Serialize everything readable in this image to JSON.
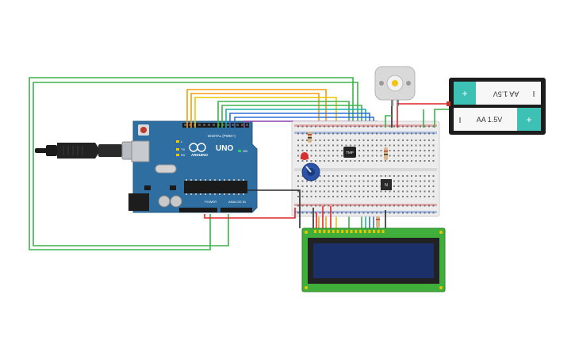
{
  "arduino": {
    "brand": "ARDUINO",
    "model": "UNO",
    "digital_header": "DIGITAL (PWM~)",
    "power_header": "POWER",
    "analog_header": "ANALOG IN",
    "tx_label": "TX",
    "rx_label": "RX",
    "l_label": "L",
    "on_label": "ON"
  },
  "sensor": {
    "label": "TMP"
  },
  "transistor": {
    "label": "N"
  },
  "battery_pack": {
    "cells": [
      {
        "label": "AA 1.5V",
        "plus": "+",
        "minus": "I"
      },
      {
        "label": "AA 1.5V",
        "plus": "+",
        "minus": "I"
      }
    ]
  },
  "colors": {
    "wire_green": "#3cb34a",
    "wire_red": "#e0262b",
    "wire_black": "#2a2a2a",
    "wire_orange": "#f39c12",
    "wire_yellow": "#e8c600",
    "wire_blue": "#2f6fd6",
    "wire_purple": "#8e44ad",
    "wire_teal": "#1bb0a8",
    "arduino_blue": "#2f6ea0",
    "battery_teal": "#3ec1b5",
    "lcd_green": "#3fae3a",
    "lcd_screen": "#1b2f68"
  }
}
